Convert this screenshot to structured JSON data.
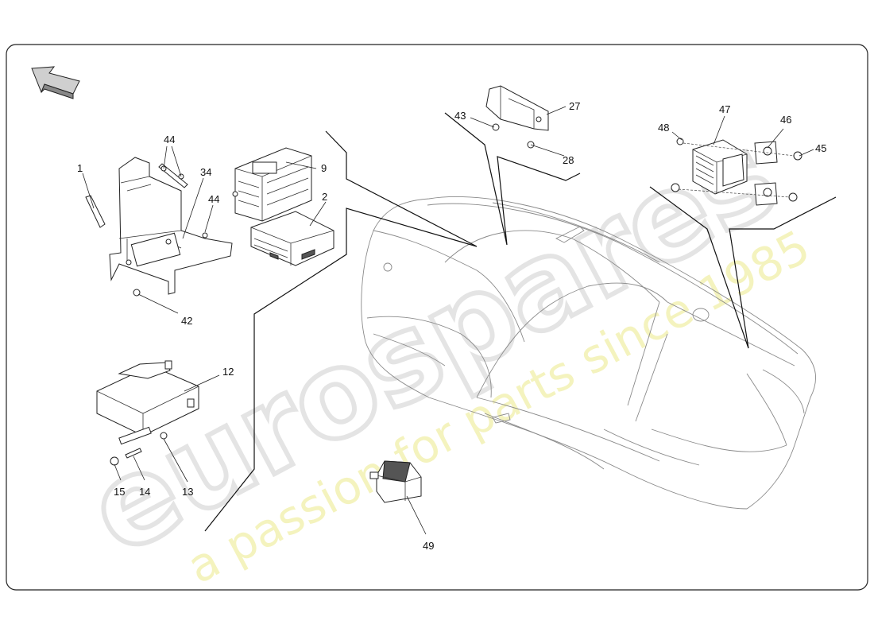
{
  "watermark": {
    "brand": "eurospares",
    "tagline": "a passion for parts since 1985"
  },
  "callouts": {
    "c1": "1",
    "c2": "2",
    "c9": "9",
    "c12": "12",
    "c13": "13",
    "c14": "14",
    "c15": "15",
    "c27": "27",
    "c28": "28",
    "c34": "34",
    "c42": "42",
    "c43": "43",
    "c44a": "44",
    "c44b": "44",
    "c45": "45",
    "c46": "46",
    "c47": "47",
    "c48": "48",
    "c49": "49"
  },
  "icons": {
    "orientation": "direction-arrow-icon"
  }
}
